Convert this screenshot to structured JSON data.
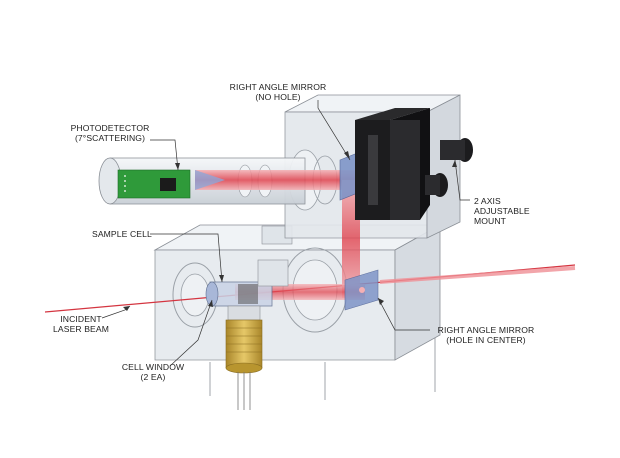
{
  "labels": {
    "mirror_top": {
      "line1": "RIGHT ANGLE MIRROR",
      "line2": "(NO HOLE)"
    },
    "photodetector": {
      "line1": "PHOTODETECTOR",
      "line2": "(7°SCATTERING)"
    },
    "mount": {
      "line1": "2 AXIS",
      "line2": "ADJUSTABLE",
      "line3": "MOUNT"
    },
    "sample_cell": {
      "line1": "SAMPLE CELL"
    },
    "incident": {
      "line1": "INCIDENT",
      "line2": "LASER BEAM"
    },
    "window": {
      "line1": "CELL WINDOW",
      "line2": "(2 EA)"
    },
    "mirror_bottom": {
      "line1": "RIGHT ANGLE MIRROR",
      "line2": "(HOLE IN CENTER)"
    }
  },
  "colors": {
    "housing": "#e9edf1",
    "housing_edge": "#8a8f96",
    "beam": "#e0434e",
    "beam_glow": "#f3a3a8",
    "mount_black": "#1c1c1e",
    "pcb_green": "#2f9a3a",
    "mirror_blue": "#7f95c8",
    "brass": "#c9a53c"
  }
}
